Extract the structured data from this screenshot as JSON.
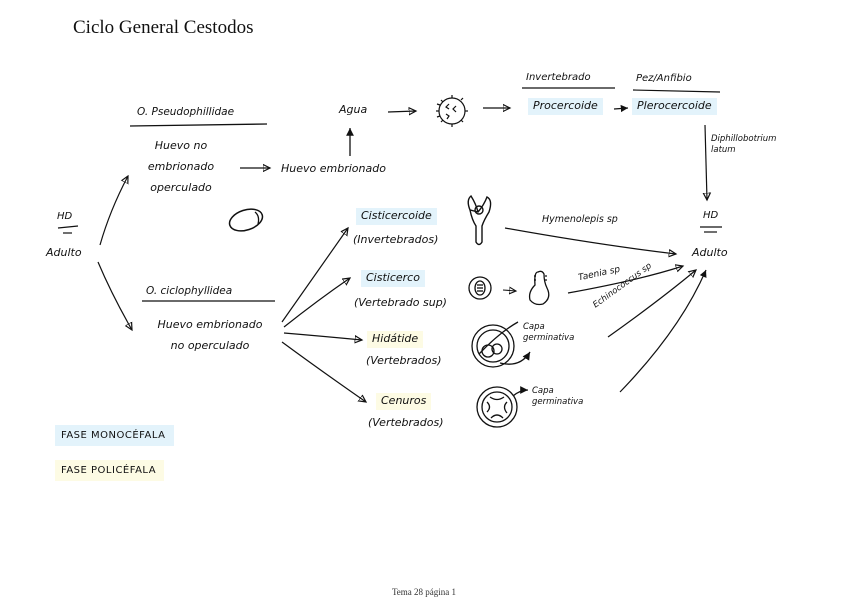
{
  "page": {
    "title": "Ciclo General Cestodos",
    "footer": "Tema 28 página 1"
  },
  "colors": {
    "monocephalic_highlight": "#e3f3fb",
    "polycephalic_highlight": "#fdfbe4",
    "ink": "#111111"
  },
  "nodes": {
    "hd_left": "HD",
    "adulto_left": "Adulto",
    "pseudophyllidea": {
      "order": "O. Pseudophillidae",
      "egg_line1": "Huevo no",
      "egg_line2": "embrionado",
      "egg_line3": "operculado",
      "egg_embryonated": "Huevo embrionado",
      "water": "Agua",
      "coracidium_icon": "coracidium-icon",
      "host1_label": "Invertebrado",
      "stage1": "Procercoide",
      "host2_label": "Pez/Anfibio",
      "stage2": "Plerocercoide",
      "species": "Diphillobotrium latum"
    },
    "cyclophyllidea": {
      "order": "O. ciclophyllidea",
      "egg_line1": "Huevo embrionado",
      "egg_line2": "no operculado",
      "larvae": [
        {
          "name": "Cisticercoide",
          "host": "(Invertebrados)",
          "phase": "monocefala",
          "species": "Hymenolepis sp"
        },
        {
          "name": "Cisticerco",
          "host": "(Vertebrado sup)",
          "phase": "monocefala",
          "species": "Taenia sp"
        },
        {
          "name": "Hidátide",
          "host": "(Vertebrados)",
          "phase": "policefala",
          "species": "Echinococcus sp",
          "annotation": "Capa germinativa"
        },
        {
          "name": "Cenuros",
          "host": "(Vertebrados)",
          "phase": "policefala",
          "annotation": "Capa germinativa"
        }
      ]
    },
    "hd_right": "HD",
    "adulto_right": "Adulto"
  },
  "legend": [
    {
      "label": "FASE MONOCÉFALA",
      "color": "#e3f3fb"
    },
    {
      "label": "FASE POLICÉFALA",
      "color": "#fdfbe4"
    }
  ]
}
